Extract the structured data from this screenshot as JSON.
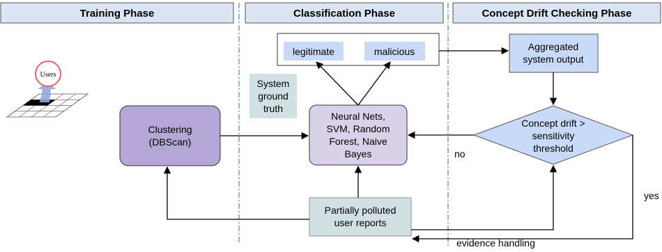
{
  "phases": {
    "training": "Training Phase",
    "classification": "Classification Phase",
    "drift": "Concept Drift Checking Phase"
  },
  "users_label": "Users",
  "clustering": {
    "line1": "Clustering",
    "line2": "(DBScan)"
  },
  "ground_truth": {
    "line1": "System",
    "line2": "ground",
    "line3": "truth"
  },
  "classifiers": {
    "line1": "Neural Nets,",
    "line2": "SVM, Random",
    "line3": "Forest, Naive",
    "line4": "Bayes"
  },
  "outputs": {
    "legitimate": "legitimate",
    "malicious": "malicious"
  },
  "aggregated": {
    "line1": "Aggregated",
    "line2": "system output"
  },
  "decision": {
    "line1": "Concept drift >",
    "line2": "sensitivity",
    "line3": "threshold"
  },
  "reports": {
    "line1": "Partially polluted",
    "line2": "user reports"
  },
  "edge_labels": {
    "no": "no",
    "yes": "yes",
    "evidence": "evidence handling"
  },
  "colors": {
    "header_fill": "#dbe5f4",
    "box_blue": "#c9daf8",
    "diamond_blue": "#c9daf8",
    "clustering_purple": "#b4a7d6",
    "classifier_lavender": "#d9d2e9",
    "teal_box": "#d0e0e3",
    "divider_blue": "#3d85c6",
    "users_circle": "#e06666",
    "users_arrow": "#8eaadb"
  }
}
